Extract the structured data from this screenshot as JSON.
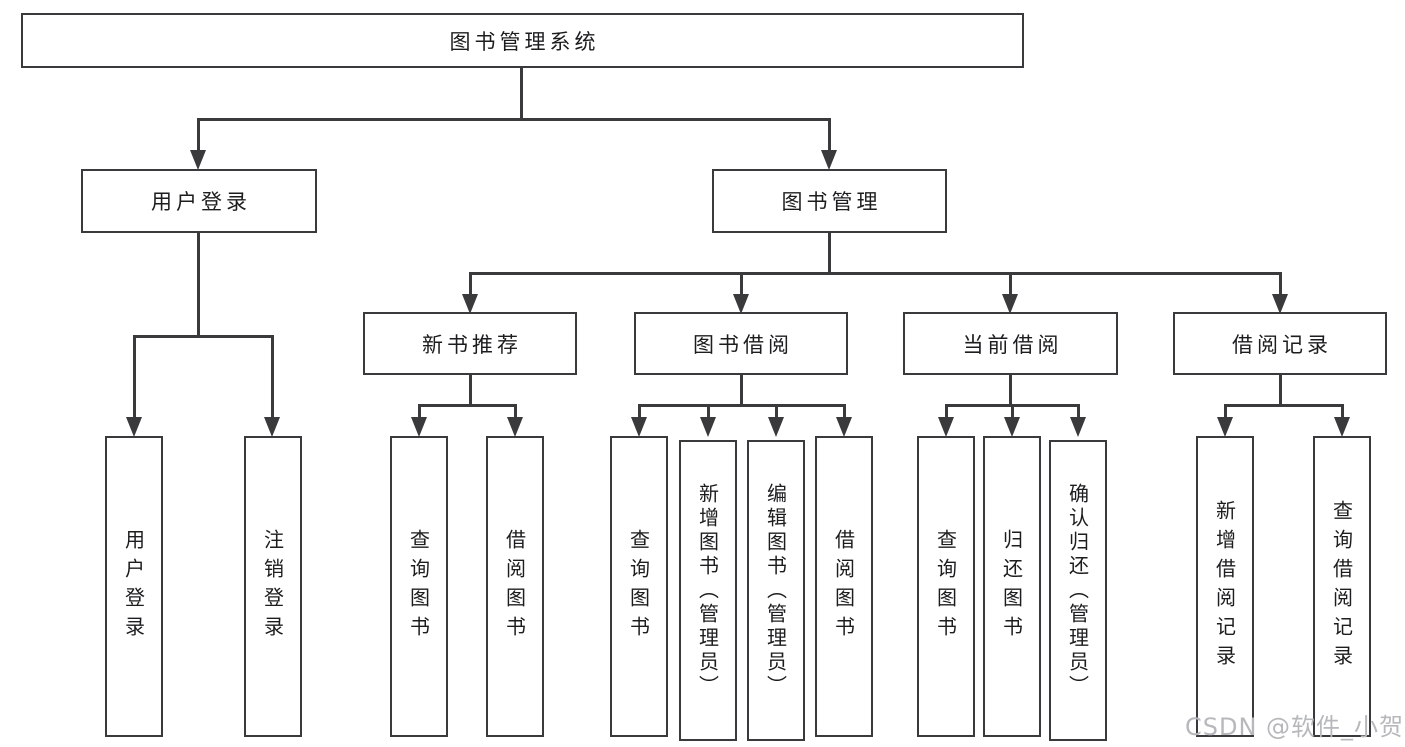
{
  "colors": {
    "line": "#3a3a3c",
    "text": "#1d1d1f",
    "watermark": "#b7b8bc",
    "background": "#ffffff"
  },
  "watermark": "CSDN @软件_小贺同学",
  "tree": {
    "label": "图书管理系统",
    "children": [
      {
        "label": "用户登录",
        "children": [
          {
            "label": "用户登录"
          },
          {
            "label": "注销登录"
          }
        ]
      },
      {
        "label": "图书管理",
        "children": [
          {
            "label": "新书推荐",
            "children": [
              {
                "label": "查询图书"
              },
              {
                "label": "借阅图书"
              }
            ]
          },
          {
            "label": "图书借阅",
            "children": [
              {
                "label": "查询图书"
              },
              {
                "label": "新增图书（管理员）"
              },
              {
                "label": "编辑图书（管理员）"
              },
              {
                "label": "借阅图书"
              }
            ]
          },
          {
            "label": "当前借阅",
            "children": [
              {
                "label": "查询图书"
              },
              {
                "label": "归还图书"
              },
              {
                "label": "确认归还（管理员）"
              }
            ]
          },
          {
            "label": "借阅记录",
            "children": [
              {
                "label": "新增借阅记录"
              },
              {
                "label": "查询借阅记录"
              }
            ]
          }
        ]
      }
    ]
  }
}
